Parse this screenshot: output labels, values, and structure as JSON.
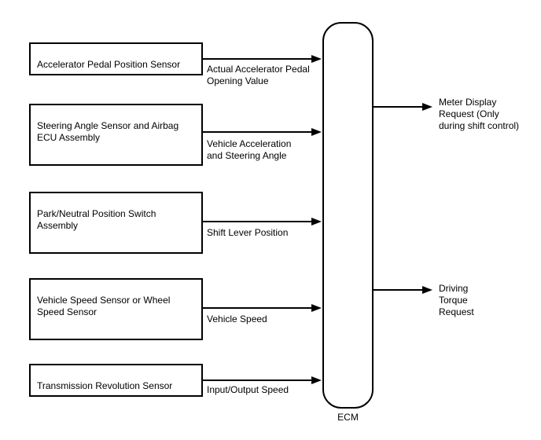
{
  "diagram": {
    "type": "block-diagram",
    "ecm": {
      "label": "ECM"
    },
    "inputs": [
      {
        "source": "Accelerator Pedal Position Sensor",
        "signal": "Actual Accelerator Pedal\nOpening Value"
      },
      {
        "source": "Steering Angle Sensor and Airbag\nECU Assembly",
        "signal": "Vehicle Acceleration\nand Steering Angle"
      },
      {
        "source": "Park/Neutral Position Switch\nAssembly",
        "signal": "Shift Lever Position"
      },
      {
        "source": "Vehicle Speed Sensor or Wheel\nSpeed Sensor",
        "signal": "Vehicle Speed"
      },
      {
        "source": "Transmission Revolution Sensor",
        "signal": "Input/Output Speed"
      }
    ],
    "outputs": [
      {
        "signal": "Meter Display\nRequest (Only\nduring shift control)"
      },
      {
        "signal": "Driving\nTorque\nRequest"
      }
    ],
    "colors": {
      "line": "#000000",
      "background": "#ffffff",
      "text": "#000000"
    }
  }
}
